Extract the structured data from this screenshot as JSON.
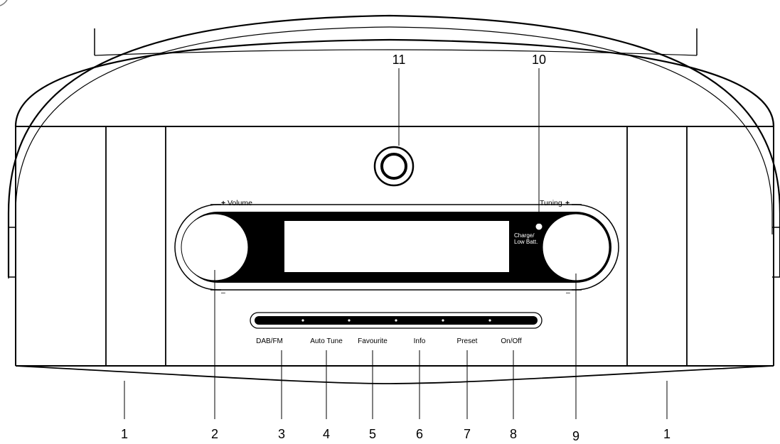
{
  "device": {
    "volume_label": "Volume",
    "volume_plus": "+",
    "volume_minus": "–",
    "tuning_label": "Tuning",
    "tuning_plus": "+",
    "tuning_minus": "–",
    "led_label_line1": "Charge/",
    "led_label_line2": "Low Batt.",
    "buttons": [
      {
        "label": "DAB/FM"
      },
      {
        "label": "Auto Tune"
      },
      {
        "label": "Favourite"
      },
      {
        "label": "Info"
      },
      {
        "label": "Preset"
      },
      {
        "label": "On/Off"
      }
    ]
  },
  "callouts": {
    "top": [
      {
        "num": "11",
        "target": "headphone-socket"
      },
      {
        "num": "10",
        "target": "charge-led"
      }
    ],
    "bottom": [
      {
        "num": "1",
        "target": "speaker-grille-left"
      },
      {
        "num": "2",
        "target": "volume-knob"
      },
      {
        "num": "3",
        "target": "dab-fm-button"
      },
      {
        "num": "4",
        "target": "auto-tune-button"
      },
      {
        "num": "5",
        "target": "favourite-button"
      },
      {
        "num": "6",
        "target": "info-button"
      },
      {
        "num": "7",
        "target": "preset-button"
      },
      {
        "num": "8",
        "target": "on-off-button"
      },
      {
        "num": "9",
        "target": "tuning-knob"
      },
      {
        "num": "1",
        "target": "speaker-grille-right"
      }
    ]
  }
}
